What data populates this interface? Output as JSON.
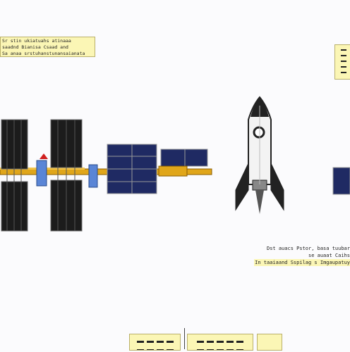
{
  "panels": {
    "top_left_text": [
      "Sr stin ukiatuahs atinaaa",
      "saadnd Bianisa Csaad and",
      "Sa anaa srstuhanstunansaianata"
    ],
    "mid_right_text": [
      "Dst auacs Pstor, basa tuubar",
      "se auaat  Caihs",
      "In taaiaand Sspilag s Imgaupatuy"
    ]
  },
  "scene": {
    "truss_color": "#e0a61a",
    "panel_color": "#1f2a63",
    "array_color": "#1c1c1c",
    "module_color": "#5a85d6"
  }
}
